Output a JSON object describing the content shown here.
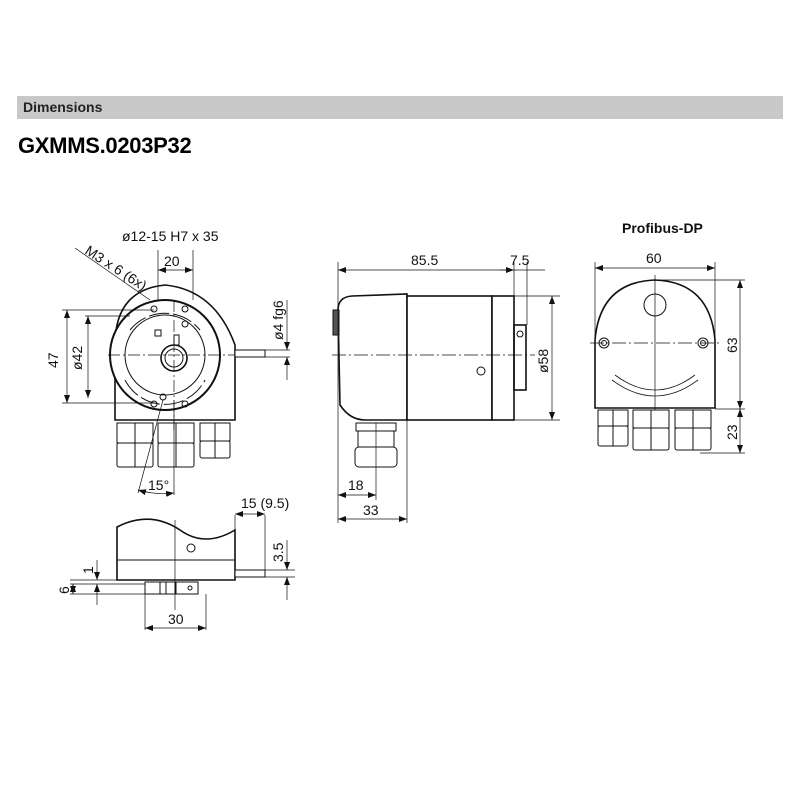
{
  "header": {
    "section_title": "Dimensions",
    "model": "GXMMS.0203P32"
  },
  "front_view": {
    "shaft_spec": "ø12-15 H7 x 35",
    "shaft_width": "20",
    "thread_spec": "M3 x 6 (6x)",
    "height_outer": "47",
    "diameter_bolt": "ø42",
    "pin_diameter": "ø4 fg6",
    "angle": "15°"
  },
  "side_view": {
    "length": "85.5",
    "flange": "7.5",
    "diameter": "ø58",
    "gland_offset": "18",
    "housing_depth": "33"
  },
  "back_view": {
    "label": "Profibus-DP",
    "width": "60",
    "height": "63",
    "gland_height": "23"
  },
  "bottom_view": {
    "pin_length": "15 (9.5)",
    "pin_offset": "3.5",
    "dim_1": "1",
    "dim_6": "6",
    "width": "30"
  }
}
